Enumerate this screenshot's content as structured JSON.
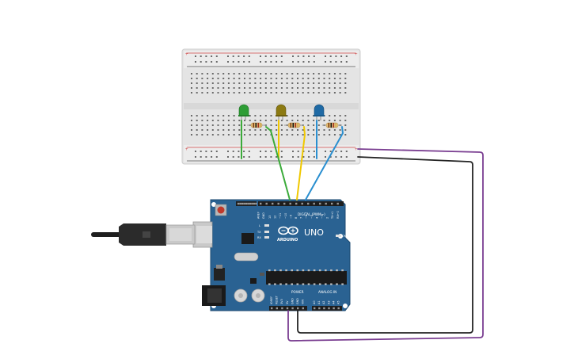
{
  "breadboard": {
    "rail_marks": [
      "+",
      "-"
    ],
    "leds": [
      {
        "color": "#2e9d35",
        "name": "green"
      },
      {
        "color": "#8c7a12",
        "name": "yellow"
      },
      {
        "color": "#1f6aa5",
        "name": "blue"
      }
    ],
    "resistor_count": 3
  },
  "wires": [
    {
      "name": "green",
      "color": "#3bab3a"
    },
    {
      "name": "yellow",
      "color": "#f0c800"
    },
    {
      "name": "blue",
      "color": "#2a8fd0"
    },
    {
      "name": "purple",
      "color": "#7a3e91"
    },
    {
      "name": "black",
      "color": "#222222"
    }
  ],
  "arduino": {
    "brand": "ARDUINO",
    "model": "UNO",
    "board_color": "#2a6292",
    "digital_label": "DIGITAL (PWM~)",
    "power_label": "POWER",
    "analog_label": "ANALOG IN",
    "aref": "AREF",
    "gnd": "GND",
    "on_label": "ON",
    "tx": "TX",
    "rx": "RX",
    "l_label": "L",
    "power_pins": [
      "IOREF",
      "RESET",
      "3V3",
      "5V",
      "GND",
      "GND",
      "VIN"
    ],
    "analog_pins": [
      "A0",
      "A1",
      "A2",
      "A3",
      "A4",
      "A5"
    ],
    "digital_pins": [
      "13",
      "12",
      "~11",
      "~10",
      "~9",
      "8",
      "7",
      "~6",
      "~5",
      "4",
      "~3",
      "2",
      "TX→1",
      "RX←0"
    ]
  },
  "usb": {
    "name": "usb-cable"
  }
}
